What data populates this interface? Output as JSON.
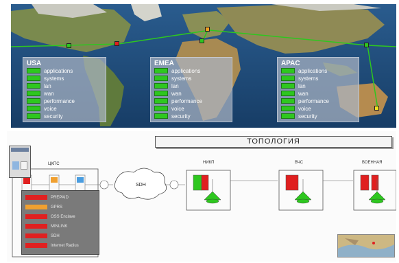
{
  "map_panel": {
    "regions": [
      {
        "name": "USA",
        "items": [
          "applications",
          "systems",
          "lan",
          "wan",
          "performance",
          "voice",
          "security"
        ]
      },
      {
        "name": "EMEA",
        "items": [
          "applications",
          "systems",
          "lan",
          "wan",
          "performance",
          "voice",
          "security"
        ]
      },
      {
        "name": "APAC",
        "items": [
          "applications",
          "systems",
          "lan",
          "wan",
          "performance",
          "voice",
          "security"
        ]
      }
    ],
    "status_color": "#2ec71f",
    "node_colors": [
      "#2ec71f",
      "#e02020",
      "#f0a020",
      "#2ec71f",
      "#2ec71f",
      "#f0e020"
    ]
  },
  "topology_panel": {
    "title": "ТОПОЛОГИЯ",
    "sites": [
      "ЦКПС",
      "НИКП",
      "ВЧС",
      "ВОЕННАЯ"
    ],
    "cloud_label": "SDH",
    "legend": [
      {
        "label": "PREPAID",
        "color": "#e02020"
      },
      {
        "label": "GPRS",
        "color": "#f0a030"
      },
      {
        "label": "OSS Enclave",
        "color": "#e02020"
      },
      {
        "label": "MINLINK",
        "color": "#e02020"
      },
      {
        "label": "SDH",
        "color": "#e02020"
      },
      {
        "label": "Internet Radius",
        "color": "#e02020"
      }
    ]
  }
}
